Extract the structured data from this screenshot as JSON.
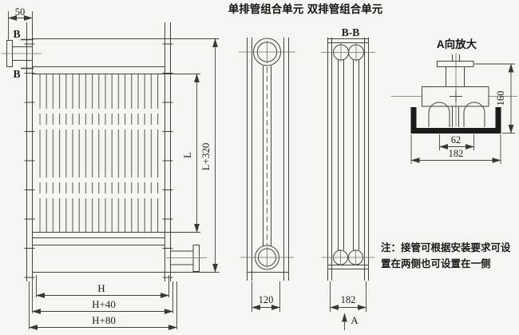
{
  "page": {
    "background": "#f7f5f1",
    "line_color": "#46413c",
    "text_color": "#211e1b"
  },
  "views": {
    "main": {
      "dims": {
        "pipe_offset": "50",
        "tube_length": "L",
        "total_length": "L+320",
        "width": "H",
        "width_plus_40": "H+40",
        "width_plus_80": "H+80"
      },
      "section_marks": {
        "top": "B",
        "bottom": "B"
      }
    },
    "single_row": {
      "title": "单排管组合单元",
      "dims": {
        "width": "120"
      }
    },
    "double_row": {
      "title": "双排管组合单元",
      "section_label": "B-B",
      "dims": {
        "width": "182"
      },
      "view_arrow": "A"
    },
    "detail_a": {
      "title": "A向放大",
      "dims": {
        "height": "160",
        "pitch": "62",
        "width": "182"
      }
    },
    "note": "注：接管可根据安装要求可设置在两侧也可设置在一侧"
  }
}
